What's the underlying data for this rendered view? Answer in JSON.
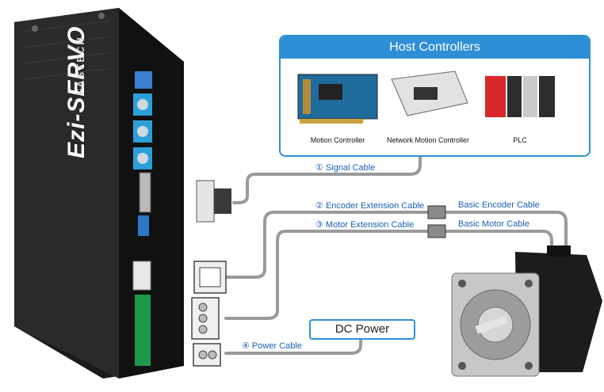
{
  "host": {
    "title": "Host Controllers",
    "devices": [
      "Motion Controller",
      "Network Motion Controller",
      "PLC"
    ]
  },
  "driver": {
    "brand": "Ezi-SERVO",
    "maker": "FASTECH"
  },
  "cables": {
    "signal": "① Signal Cable",
    "encoder_ext": "② Encoder Extension Cable",
    "motor_ext": "③ Motor Extension Cable",
    "power": "④ Power Cable",
    "basic_encoder": "Basic Encoder Cable",
    "basic_motor": "Basic Motor Cable"
  },
  "dc_power": "DC Power",
  "colors": {
    "accent": "#2e8fd6",
    "cable": "#9a9a9a",
    "label": "#1a5fb4"
  }
}
